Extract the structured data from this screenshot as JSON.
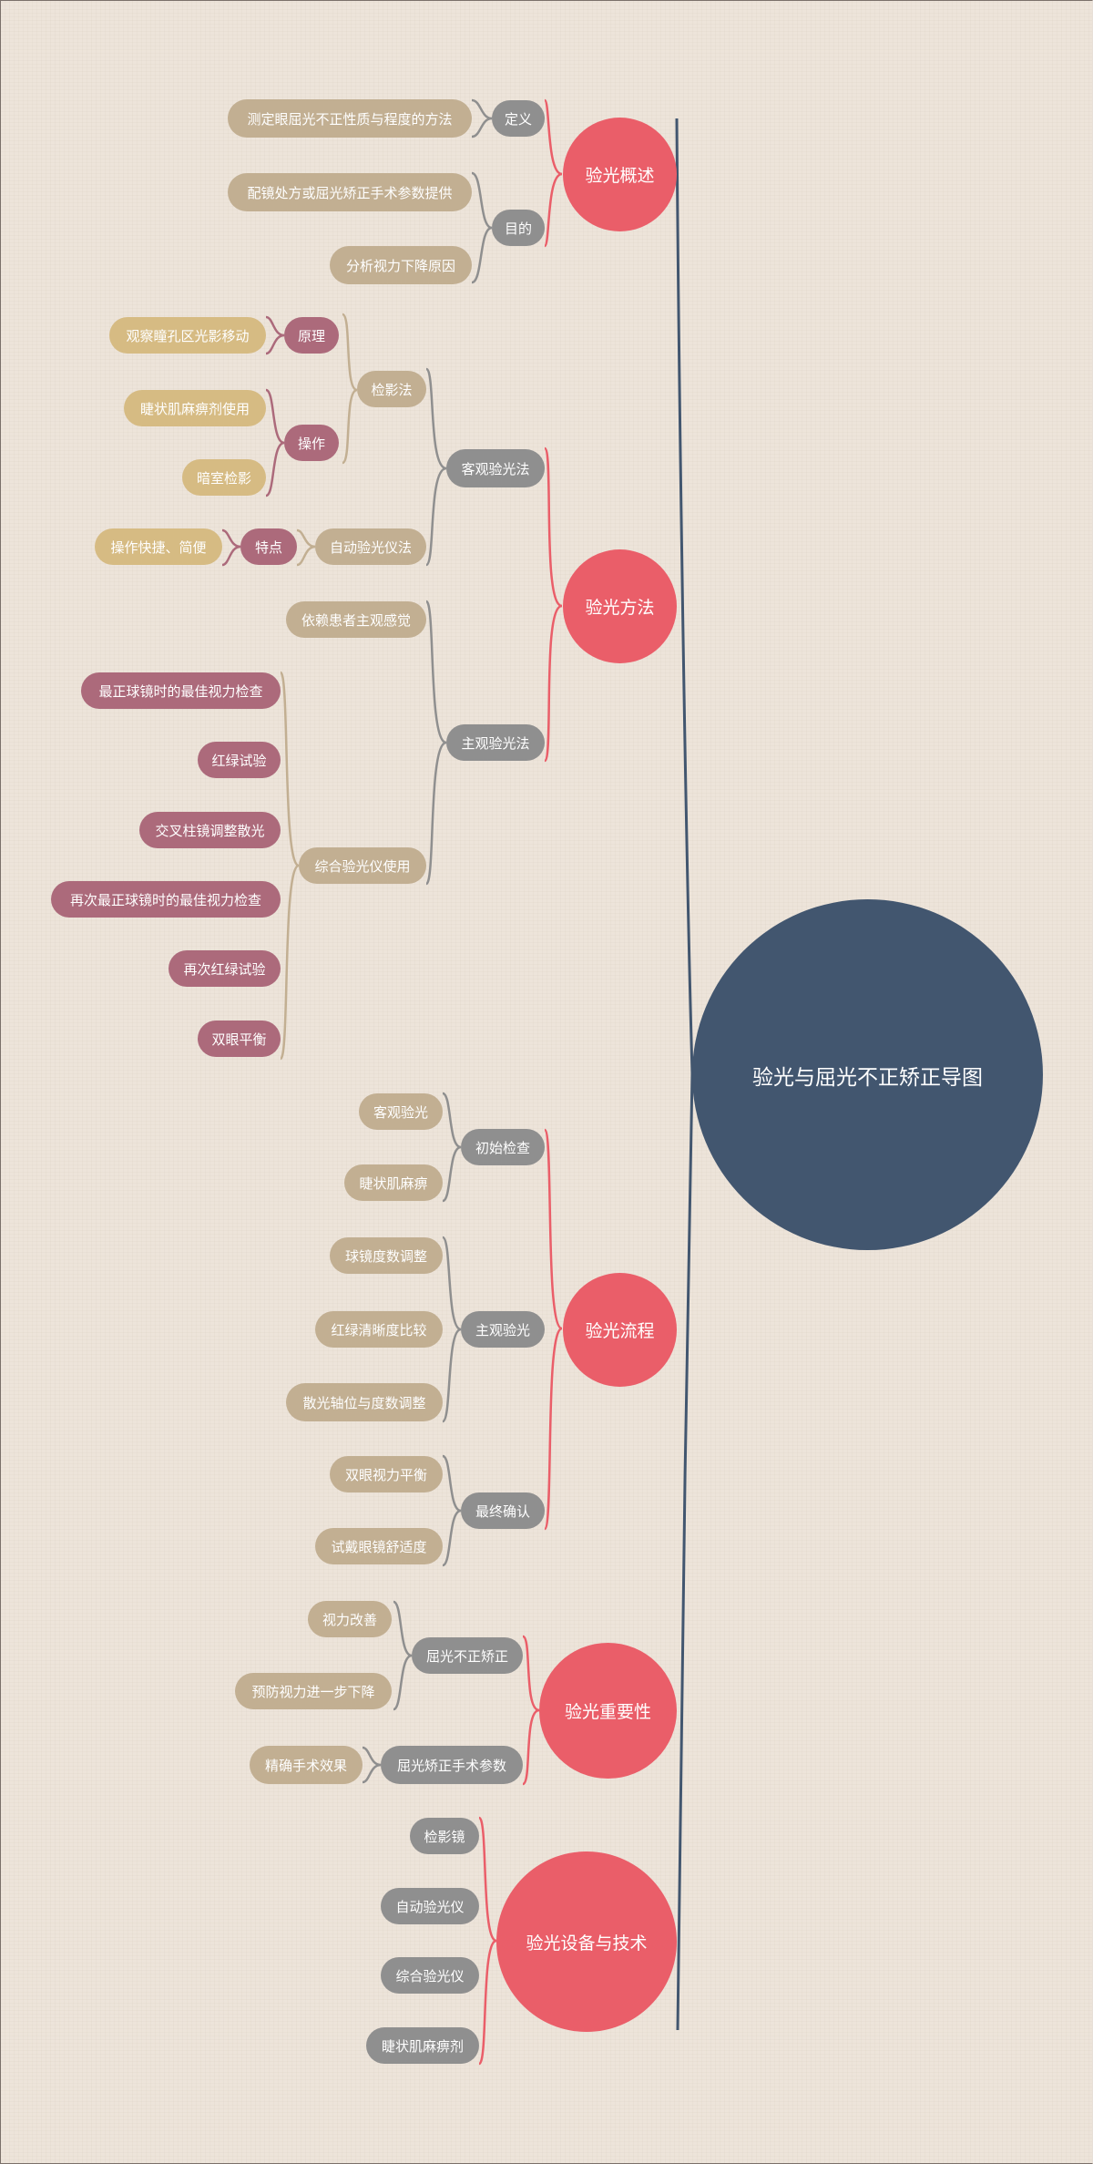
{
  "root": {
    "title": "验光与屈光不正矫正导图"
  },
  "colors": {
    "root": "#42566f",
    "branch": "#ea5e69",
    "level2": "#8f8f8f",
    "level3_tan": "#c2af92",
    "level3_rose": "#ac6a7b",
    "level4_gold": "#d6bb83",
    "trunk_line": "#42566f"
  },
  "branches": [
    {
      "label": "验光概述",
      "children": [
        {
          "label": "定义",
          "children": [
            {
              "label": "测定眼屈光不正性质与程度的方法"
            }
          ]
        },
        {
          "label": "目的",
          "children": [
            {
              "label": "配镜处方或屈光矫正手术参数提供"
            },
            {
              "label": "分析视力下降原因"
            }
          ]
        }
      ]
    },
    {
      "label": "验光方法",
      "children": [
        {
          "label": "客观验光法",
          "children": [
            {
              "label": "检影法",
              "children": [
                {
                  "label": "原理",
                  "children": [
                    {
                      "label": "观察瞳孔区光影移动"
                    }
                  ]
                },
                {
                  "label": "操作",
                  "children": [
                    {
                      "label": "睫状肌麻痹剂使用"
                    },
                    {
                      "label": "暗室检影"
                    }
                  ]
                }
              ]
            },
            {
              "label": "自动验光仪法",
              "children": [
                {
                  "label": "特点",
                  "children": [
                    {
                      "label": "操作快捷、简便"
                    }
                  ]
                }
              ]
            }
          ]
        },
        {
          "label": "主观验光法",
          "children": [
            {
              "label": "依赖患者主观感觉"
            },
            {
              "label": "综合验光仪使用",
              "children": [
                {
                  "label": "最正球镜时的最佳视力检查"
                },
                {
                  "label": "红绿试验"
                },
                {
                  "label": "交叉柱镜调整散光"
                },
                {
                  "label": "再次最正球镜时的最佳视力检查"
                },
                {
                  "label": "再次红绿试验"
                },
                {
                  "label": "双眼平衡"
                }
              ]
            }
          ]
        }
      ]
    },
    {
      "label": "验光流程",
      "children": [
        {
          "label": "初始检查",
          "children": [
            {
              "label": "客观验光"
            },
            {
              "label": "睫状肌麻痹"
            }
          ]
        },
        {
          "label": "主观验光",
          "children": [
            {
              "label": "球镜度数调整"
            },
            {
              "label": "红绿清晰度比较"
            },
            {
              "label": "散光轴位与度数调整"
            }
          ]
        },
        {
          "label": "最终确认",
          "children": [
            {
              "label": "双眼视力平衡"
            },
            {
              "label": "试戴眼镜舒适度"
            }
          ]
        }
      ]
    },
    {
      "label": "验光重要性",
      "children": [
        {
          "label": "屈光不正矫正",
          "children": [
            {
              "label": "视力改善"
            },
            {
              "label": "预防视力进一步下降"
            }
          ]
        },
        {
          "label": "屈光矫正手术参数",
          "children": [
            {
              "label": "精确手术效果"
            }
          ]
        }
      ]
    },
    {
      "label": "验光设备与技术",
      "children": [
        {
          "label": "检影镜"
        },
        {
          "label": "自动验光仪"
        },
        {
          "label": "综合验光仪"
        },
        {
          "label": "睫状肌麻痹剂"
        }
      ]
    }
  ]
}
